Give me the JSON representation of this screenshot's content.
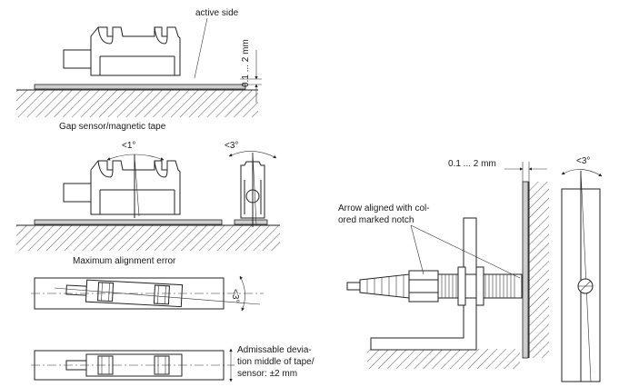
{
  "labels": {
    "active_side": "active side",
    "gap_top": "0.1 ... 2 mm",
    "gap_caption": "Gap sensor/magnetic tape",
    "angle_1": "<1°",
    "angle_3a": "<3°",
    "max_align_caption": "Maximum alignment error",
    "angle_3b": "<3°",
    "dev_line1": "Admissable devia-",
    "dev_line2": "tion middle of tape/",
    "dev_line3": "sensor: ±2 mm",
    "gap_right": "0.1 ... 2 mm",
    "arrow_line1": "Arrow aligned with col-",
    "arrow_line2": "ored marked notch",
    "angle_3c": "<3°"
  }
}
